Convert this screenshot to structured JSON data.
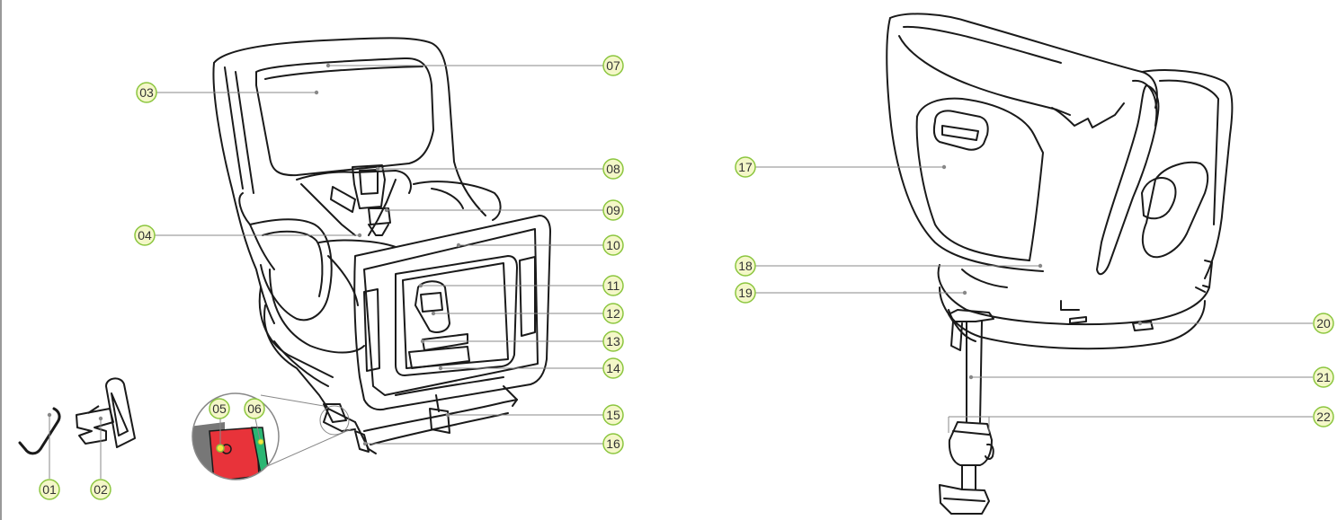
{
  "colors": {
    "callout_fill": "#f4f7c8",
    "callout_stroke": "#8cc63f",
    "leader": "#888888",
    "outline": "#1a1a1a",
    "lock_red": "#e8333a",
    "lock_green": "#2bb673",
    "lock_yellow": "#f5e642"
  },
  "callouts": [
    {
      "id": "01",
      "label": "01"
    },
    {
      "id": "02",
      "label": "02"
    },
    {
      "id": "03",
      "label": "03"
    },
    {
      "id": "04",
      "label": "04"
    },
    {
      "id": "05",
      "label": "05"
    },
    {
      "id": "06",
      "label": "06"
    },
    {
      "id": "07",
      "label": "07"
    },
    {
      "id": "08",
      "label": "08"
    },
    {
      "id": "09",
      "label": "09"
    },
    {
      "id": "10",
      "label": "10"
    },
    {
      "id": "11",
      "label": "11"
    },
    {
      "id": "12",
      "label": "12"
    },
    {
      "id": "13",
      "label": "13"
    },
    {
      "id": "14",
      "label": "14"
    },
    {
      "id": "15",
      "label": "15"
    },
    {
      "id": "16",
      "label": "16"
    },
    {
      "id": "17",
      "label": "17"
    },
    {
      "id": "18",
      "label": "18"
    },
    {
      "id": "19",
      "label": "19"
    },
    {
      "id": "20",
      "label": "20"
    },
    {
      "id": "21",
      "label": "21"
    },
    {
      "id": "22",
      "label": "22"
    }
  ]
}
